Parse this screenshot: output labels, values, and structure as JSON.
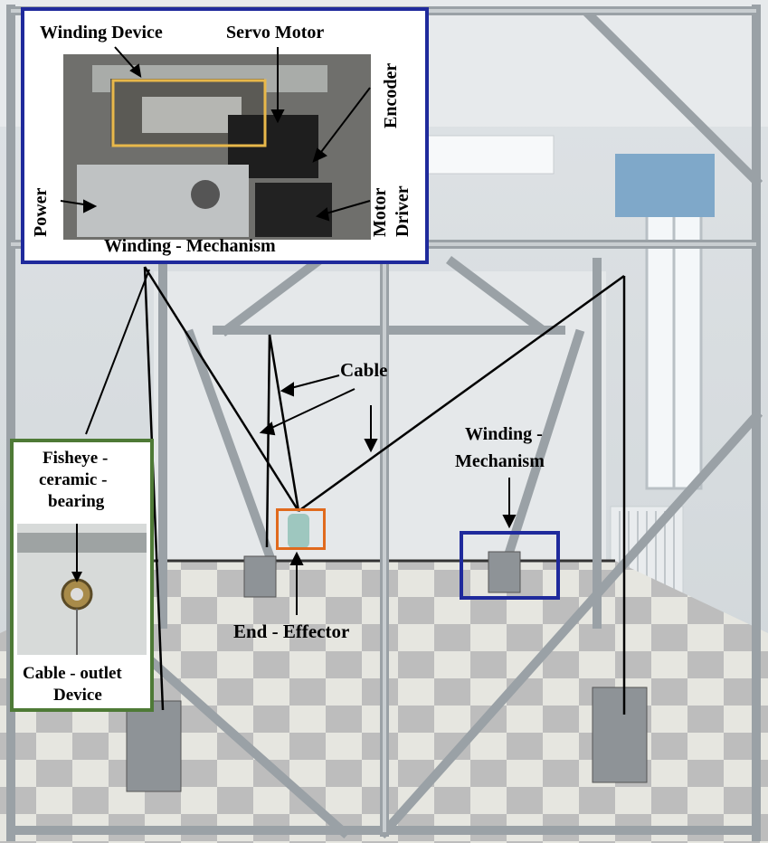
{
  "labels": {
    "winding_device": "Winding Device",
    "servo_motor": "Servo Motor",
    "encoder": "Encoder",
    "power": "Power",
    "motor": "Motor",
    "driver": "Driver",
    "winding_mechanism_inset": "Winding - Mechanism",
    "cable": "Cable",
    "winding_right_line1": "Winding -",
    "winding_right_line2": "Mechanism",
    "fisheye_line1": "Fisheye -",
    "fisheye_line2": "ceramic -",
    "fisheye_line3": "bearing",
    "cable_outlet_line1": "Cable - outlet",
    "cable_outlet_line2": "Device",
    "end_effector": "End - Effector"
  },
  "colors": {
    "inset_border_blue": "#1f2a9c",
    "inset_border_green": "#4e7a36",
    "highlight_yellow": "#e8b84a",
    "highlight_orange": "#e06a1d",
    "highlight_blue": "#1f2a9c"
  }
}
